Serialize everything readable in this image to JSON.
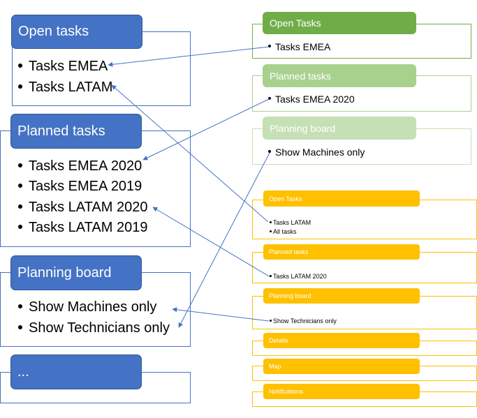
{
  "left": {
    "open_tasks": {
      "title": "Open tasks",
      "items": [
        "Tasks EMEA",
        "Tasks LATAM"
      ]
    },
    "planned_tasks": {
      "title": "Planned tasks",
      "items": [
        "Tasks EMEA 2020",
        "Tasks EMEA 2019",
        "Tasks LATAM 2020",
        "Tasks LATAM 2019"
      ]
    },
    "planning_board": {
      "title": "Planning board",
      "items": [
        "Show Machines only",
        "Show Technicians only"
      ]
    },
    "more": {
      "title": "..."
    }
  },
  "green": {
    "open_tasks": {
      "title": "Open Tasks",
      "items": [
        "Tasks EMEA"
      ]
    },
    "planned_tasks": {
      "title": "Planned tasks",
      "items": [
        "Tasks EMEA 2020"
      ]
    },
    "planning_board": {
      "title": "Planning board",
      "items": [
        "Show Machines only"
      ]
    }
  },
  "orange": {
    "open_tasks": {
      "title": "Open Tasks",
      "items": [
        "Tasks LATAM",
        "All tasks"
      ]
    },
    "planned_tasks": {
      "title": "Planned tasks",
      "items": [
        "Tasks LATAM 2020"
      ]
    },
    "planning_board": {
      "title": "Planning board",
      "items": [
        "Show Technicians only"
      ]
    },
    "details": {
      "title": "Details"
    },
    "map": {
      "title": "Map"
    },
    "notifications": {
      "title": "Notifications"
    }
  },
  "colors": {
    "blue": "#4472c4",
    "green": "#70ad47",
    "green_light": "#a9d18e",
    "green_lighter": "#c5e0b4",
    "orange": "#ffc000",
    "arrow": "#4472c4"
  }
}
